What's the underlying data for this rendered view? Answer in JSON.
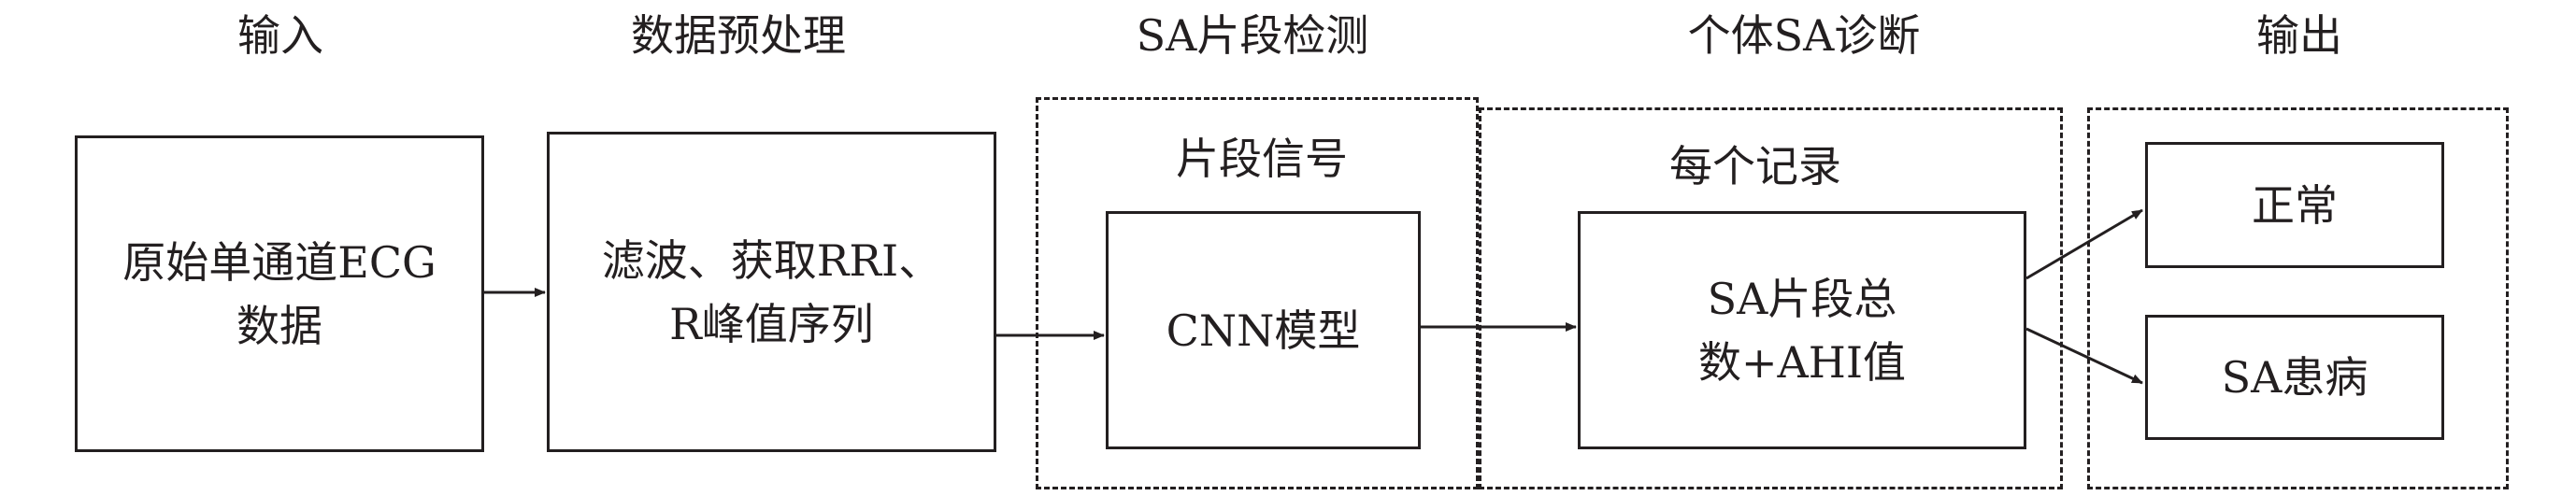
{
  "stages": [
    "输入",
    "数据预处理",
    "SA片段检测",
    "个体SA诊断",
    "输出"
  ],
  "boxes": {
    "raw_data": "原始单通道ECG\n数据",
    "preprocess": "滤波、获取RRI、\nR峰值序列",
    "cnn": "CNN模型",
    "summary": "SA片段总\n数+AHI值",
    "normal": "正常",
    "sa": "SA患病"
  },
  "group_labels": {
    "segment": "片段信号",
    "record": "每个记录"
  },
  "colors": {
    "line": "#231f20",
    "background": "#ffffff"
  }
}
